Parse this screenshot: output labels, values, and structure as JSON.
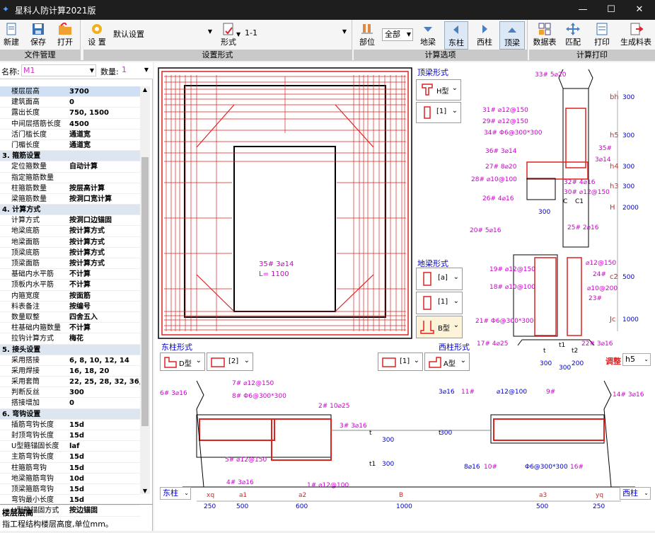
{
  "window": {
    "title": "星科人防计算2021版",
    "min": "—",
    "max": "☐",
    "close": "✕"
  },
  "ribbon": {
    "file": {
      "caption": "文件管理",
      "new": "新建",
      "save": "保存",
      "open": "打开"
    },
    "settings": {
      "caption": "设置形式",
      "settings_btn": "设 置",
      "default": "默认设置",
      "form": "形式",
      "form_value": "1-1"
    },
    "calc": {
      "caption": "计算选项",
      "part": "部位",
      "scope": "全部",
      "dl": "地梁",
      "dz": "东柱",
      "xz": "西柱",
      "dingl": "顶梁"
    },
    "print": {
      "caption": "计算打印",
      "datatable": "数据表",
      "match": "匹配",
      "print": "打印",
      "gen": "生成料表"
    }
  },
  "left": {
    "name_label": "名称:",
    "name_value": "M1",
    "qty_label": "数量:",
    "qty_value": "1",
    "rows": [
      {
        "k": "楼层层高",
        "v": "3700"
      },
      {
        "k": "建筑面高",
        "v": "0"
      },
      {
        "k": "露出长度",
        "v": "750, 1500"
      },
      {
        "k": "中间层搭筋长度",
        "v": "4500"
      },
      {
        "k": "活门槛长度",
        "v": "通道宽"
      },
      {
        "k": "门楣长度",
        "v": "通道宽"
      },
      {
        "k": "3. 箍筋设置",
        "v": "",
        "sec": true
      },
      {
        "k": "定位箍数量",
        "v": "自动计算"
      },
      {
        "k": "指定箍筋数量",
        "v": ""
      },
      {
        "k": "柱箍筋数量",
        "v": "按层高计算"
      },
      {
        "k": "梁箍筋数量",
        "v": "按洞口宽计算"
      },
      {
        "k": "4. 计算方式",
        "v": "",
        "sec": true
      },
      {
        "k": "计算方式",
        "v": "按洞口边锚固"
      },
      {
        "k": "地梁底筋",
        "v": "按计算方式"
      },
      {
        "k": "地梁面筋",
        "v": "按计算方式"
      },
      {
        "k": "顶梁底筋",
        "v": "按计算方式"
      },
      {
        "k": "顶梁面筋",
        "v": "按计算方式"
      },
      {
        "k": "基础内水平筋",
        "v": "不计算"
      },
      {
        "k": "顶板内水平筋",
        "v": "不计算"
      },
      {
        "k": "内箍宽度",
        "v": "按面筋"
      },
      {
        "k": "料表备注",
        "v": "按编号"
      },
      {
        "k": "数量取整",
        "v": "四舍五入"
      },
      {
        "k": "柱基础内箍数量",
        "v": "不计算"
      },
      {
        "k": "拉钩计算方式",
        "v": "梅花"
      },
      {
        "k": "5. 接头设置",
        "v": "",
        "sec": true
      },
      {
        "k": "采用搭接",
        "v": "6, 8, 10, 12, 14"
      },
      {
        "k": "采用焊接",
        "v": "16, 18, 20"
      },
      {
        "k": "采用套筒",
        "v": "22, 25, 28, 32, 36, 4"
      },
      {
        "k": "判断反丝",
        "v": "300"
      },
      {
        "k": "搭接增加",
        "v": "0"
      },
      {
        "k": "6. 弯钩设置",
        "v": "",
        "sec": true
      },
      {
        "k": "插筋弯钩长度",
        "v": "15d"
      },
      {
        "k": "封顶弯钩长度",
        "v": "15d"
      },
      {
        "k": "U型箍锚固长度",
        "v": "laf"
      },
      {
        "k": "主筋弯钩长度",
        "v": "15d"
      },
      {
        "k": "柱箍筋弯钩",
        "v": "15d"
      },
      {
        "k": "地梁箍筋弯钩",
        "v": "10d"
      },
      {
        "k": "顶梁箍筋弯钩",
        "v": "15d"
      },
      {
        "k": "弯钩最小长度",
        "v": "15d"
      },
      {
        "k": "U型箍锚固方式",
        "v": "按边锚固"
      }
    ],
    "desc_title": "楼层层高",
    "desc_text": "指工程结构楼层高度,单位mm。"
  },
  "drawing": {
    "dingliang_cap": "顶梁形式",
    "dingliang_type": "H型",
    "dingliang_num": "[1]",
    "diliang_cap": "地梁形式",
    "diliang_a": "[a]",
    "diliang_1": "[1]",
    "diliang_b": "B型",
    "dongzhu_cap": "东柱形式",
    "dongzhu_type": "D型",
    "dongzhu_num": "[2]",
    "xizhu_cap": "西柱形式",
    "xizhu_num": "[1]",
    "xizhu_type": "A型",
    "adjust_label": "调整",
    "adjust_value": "h5",
    "east": "东柱",
    "west": "西柱",
    "door_label1": "35# 3⌀14",
    "door_label2": "L= 1100",
    "section_labels": [
      "33# 5⌀20",
      "31# ⌀12@150",
      "29# ⌀12@150",
      "34# Φ6@300*300",
      "36# 3⌀14",
      "27# 8⌀20",
      "28# ⌀10@100",
      "26# 4⌀16",
      "32# 4⌀16",
      "30# ⌀12@150",
      "35#",
      "3⌀14",
      "C",
      "C1",
      "20# 5⌀16",
      "25# 2⌀16",
      "19# ⌀12@150",
      "18# ⌀10@100",
      "21# Φ6@300*300",
      "17# 4⌀25",
      "⌀12@150",
      "24#",
      "⌀10@200",
      "23#",
      "22# 3⌀16",
      "t",
      "t1",
      "t2"
    ],
    "right_dims": [
      {
        "k": "bh",
        "v": "300"
      },
      {
        "k": "h5",
        "v": "300"
      },
      {
        "k": "h4",
        "v": "300"
      },
      {
        "k": "h3",
        "v": "300"
      },
      {
        "k": "H",
        "v": "2000"
      },
      {
        "k": "c2",
        "v": "500"
      },
      {
        "k": "Jc",
        "v": "1000"
      }
    ],
    "bottom_dims_small": [
      "300",
      "300",
      "200"
    ],
    "beam_labels": [
      "6# 3⌀16",
      "7# ⌀12@150",
      "8# Φ6@300*300",
      "2# 10⌀25",
      "3# 3⌀16",
      "5# ⌀12@150",
      "4# 3⌀16",
      "1# ⌀12@100",
      "3⌀16",
      "11#",
      "⌀12@100",
      "9#",
      "14# 3⌀16",
      "8⌀16",
      "10#",
      "Φ6@300*300",
      "16#",
      "t",
      "t1",
      "t"
    ],
    "beam_dims_v": [
      "300",
      "300",
      "300"
    ],
    "beam_dims_labels": [
      "xq",
      "a1",
      "a2",
      "B",
      "a3",
      "yq"
    ],
    "beam_dims_values": [
      "250",
      "500",
      "600",
      "1000",
      "500",
      "250"
    ]
  }
}
